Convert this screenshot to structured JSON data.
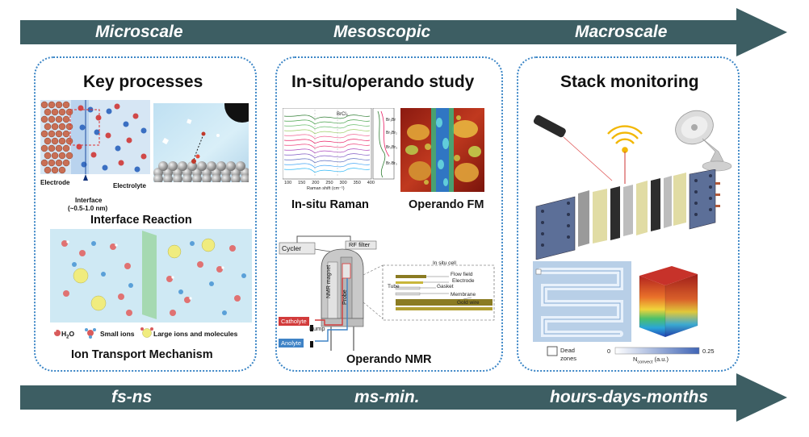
{
  "arrows": {
    "top": [
      "Microscale",
      "Mesoscopic",
      "Macroscale"
    ],
    "bottom": [
      "fs-ns",
      "ms-min.",
      "hours-days-months"
    ]
  },
  "panel1": {
    "title": "Key processes",
    "electrode": "Electrode",
    "electrolyte": "Electrolyte",
    "interface": "Interface",
    "interface_range": "(~0.5-1.0 nm)",
    "reaction_caption": "Interface Reaction",
    "legend_h2o": "H",
    "legend_h2o_sub": "2",
    "legend_h2o_o": "O",
    "legend_small": "Small ions",
    "legend_large": "Large ions and molecules",
    "transport_caption": "Ion Transport Mechanism"
  },
  "panel2": {
    "title": "In-situ/operando study",
    "raman_caption": "In-situ Raman",
    "fm_caption": "Operando FM",
    "raman_xlabel": "Raman shift (cm⁻¹)",
    "raman_ticks": [
      "100",
      "150",
      "200",
      "250",
      "300",
      "350",
      "400"
    ],
    "raman_peak": "BrCl₂",
    "raman_side": [
      "Br₃Br",
      "Br₃Br₂",
      "Br₅Br₃",
      "Br₇Br₃"
    ],
    "cycler": "Cycler",
    "rf_filter": "RF filter",
    "nmr_magnet": "NMR magnet",
    "probe": "Probe",
    "catholyte": "Catholyte",
    "anolyte": "Anolyte",
    "pump": "Pump",
    "insitu_cell": "In situ cell",
    "flow_field": "Flow field",
    "electrode": "Electrode",
    "tube": "Tube",
    "gasket": "Gasket",
    "membrane": "Membrane",
    "gold_wire": "Gold wire",
    "nmr_caption": "Operando NMR"
  },
  "panel3": {
    "title": "Stack monitoring",
    "dead": "Dead",
    "zones": "zones",
    "scale_min": "0",
    "scale_label": "N",
    "scale_label_sub": "convect",
    "scale_unit": " (a.u.)",
    "scale_max": "0.25"
  },
  "colors": {
    "arrow": "#3d5e63",
    "panel_border": "#3c86c6",
    "catholyte": "#d23b3b",
    "anolyte": "#3f83c6"
  }
}
